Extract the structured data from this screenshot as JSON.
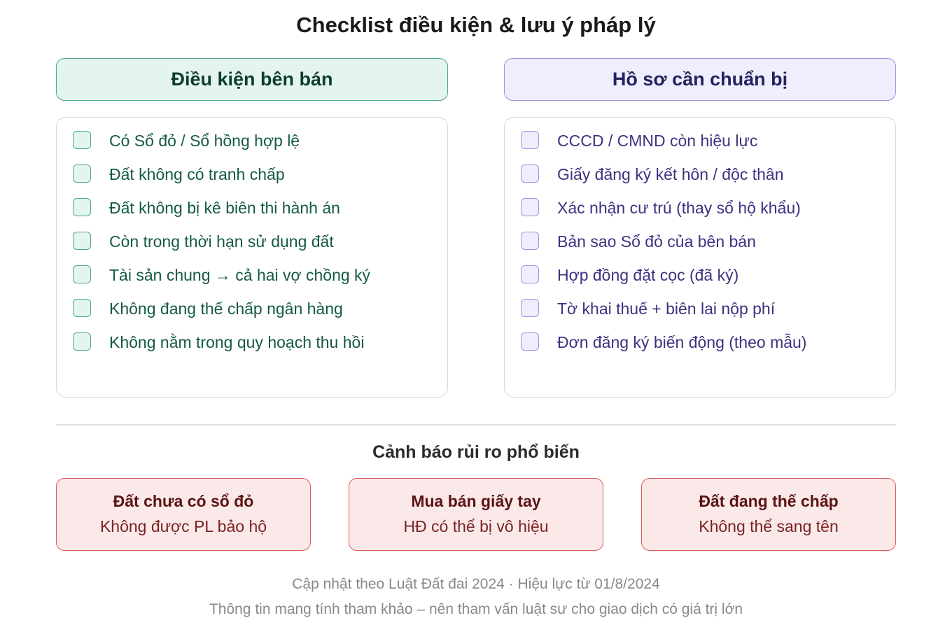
{
  "title": "Checklist điều kiện & lưu ý pháp lý",
  "seller": {
    "header": "Điều kiện bên bán",
    "items": [
      "Có Sổ đỏ / Sổ hồng hợp lệ",
      "Đất không có tranh chấp",
      "Đất không bị kê biên thi hành án",
      "Còn trong thời hạn sử dụng đất",
      "Tài sản chung → cả hai vợ chồng ký",
      "Không đang thế chấp ngân hàng",
      "Không nằm trong quy hoạch thu hồi"
    ]
  },
  "documents": {
    "header": "Hồ sơ cần chuẩn bị",
    "items": [
      "CCCD / CMND còn hiệu lực",
      "Giấy đăng ký kết hôn / độc thân",
      "Xác nhận cư trú (thay sổ hộ khẩu)",
      "Bản sao Sổ đỏ của bên bán",
      "Hợp đồng đặt cọc (đã ký)",
      "Tờ khai thuế + biên lai nộp phí",
      "Đơn đăng ký biến động (theo mẫu)"
    ]
  },
  "warnings": {
    "title": "Cảnh báo rủi ro phổ biến",
    "cards": [
      {
        "head": "Đất chưa có sổ đỏ",
        "sub": "Không được PL bảo hộ"
      },
      {
        "head": "Mua bán giấy tay",
        "sub": "HĐ có thể bị vô hiệu"
      },
      {
        "head": "Đất đang thế chấp",
        "sub": "Không thể sang tên"
      }
    ]
  },
  "footer": {
    "line1": "Cập nhật theo Luật Đất đai 2024 · Hiệu lực từ 01/8/2024",
    "line2": "Thông tin mang tính tham khảo – nên tham vấn luật sư cho giao dịch có giá trị lớn"
  },
  "colors": {
    "seller_fill": "#e3f5ee",
    "seller_stroke": "#4aaa88",
    "docs_fill": "#efeefd",
    "docs_stroke": "#9b95e0",
    "warn_fill": "#fbe9e9",
    "warn_stroke": "#d95a5a"
  }
}
